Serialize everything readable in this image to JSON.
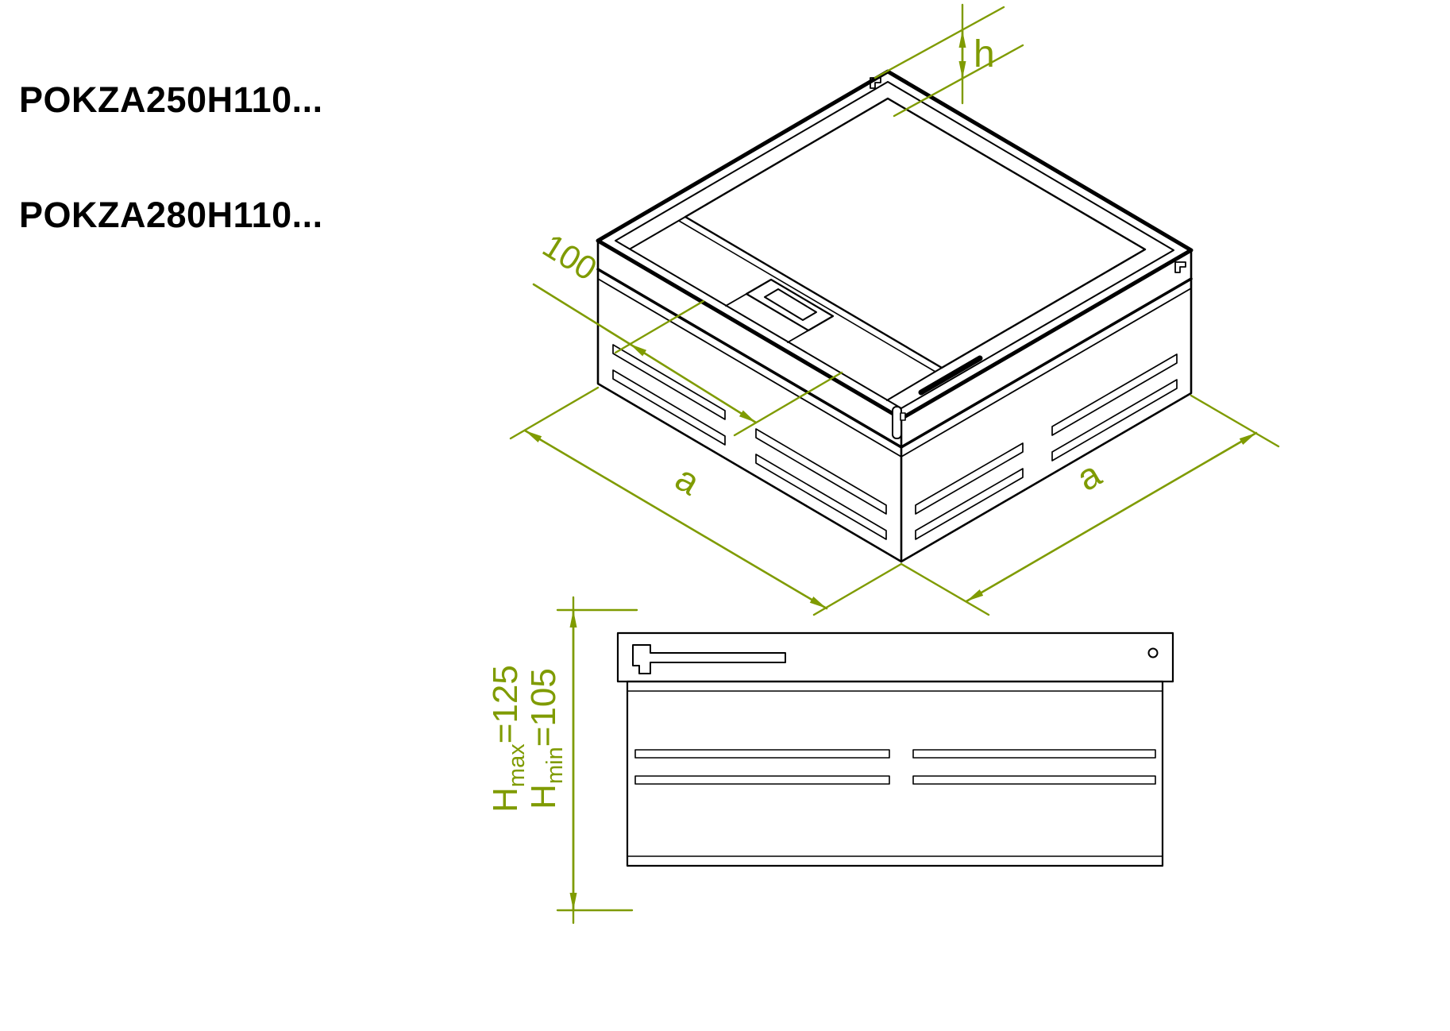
{
  "title": {
    "line1": "POKZA250H110...",
    "line2": "POKZA280H110..."
  },
  "colors": {
    "dimension": "#7f9b00",
    "drawing": "#000000",
    "background": "#ffffff"
  },
  "dimensions": {
    "h": "h",
    "handle_offset": "100",
    "side_a_left": "a",
    "side_a_right": "a",
    "height_max": {
      "prefix": "H",
      "sub": "max",
      "value": "=125"
    },
    "height_min": {
      "prefix": "H",
      "sub": "min",
      "value": "=105"
    }
  }
}
